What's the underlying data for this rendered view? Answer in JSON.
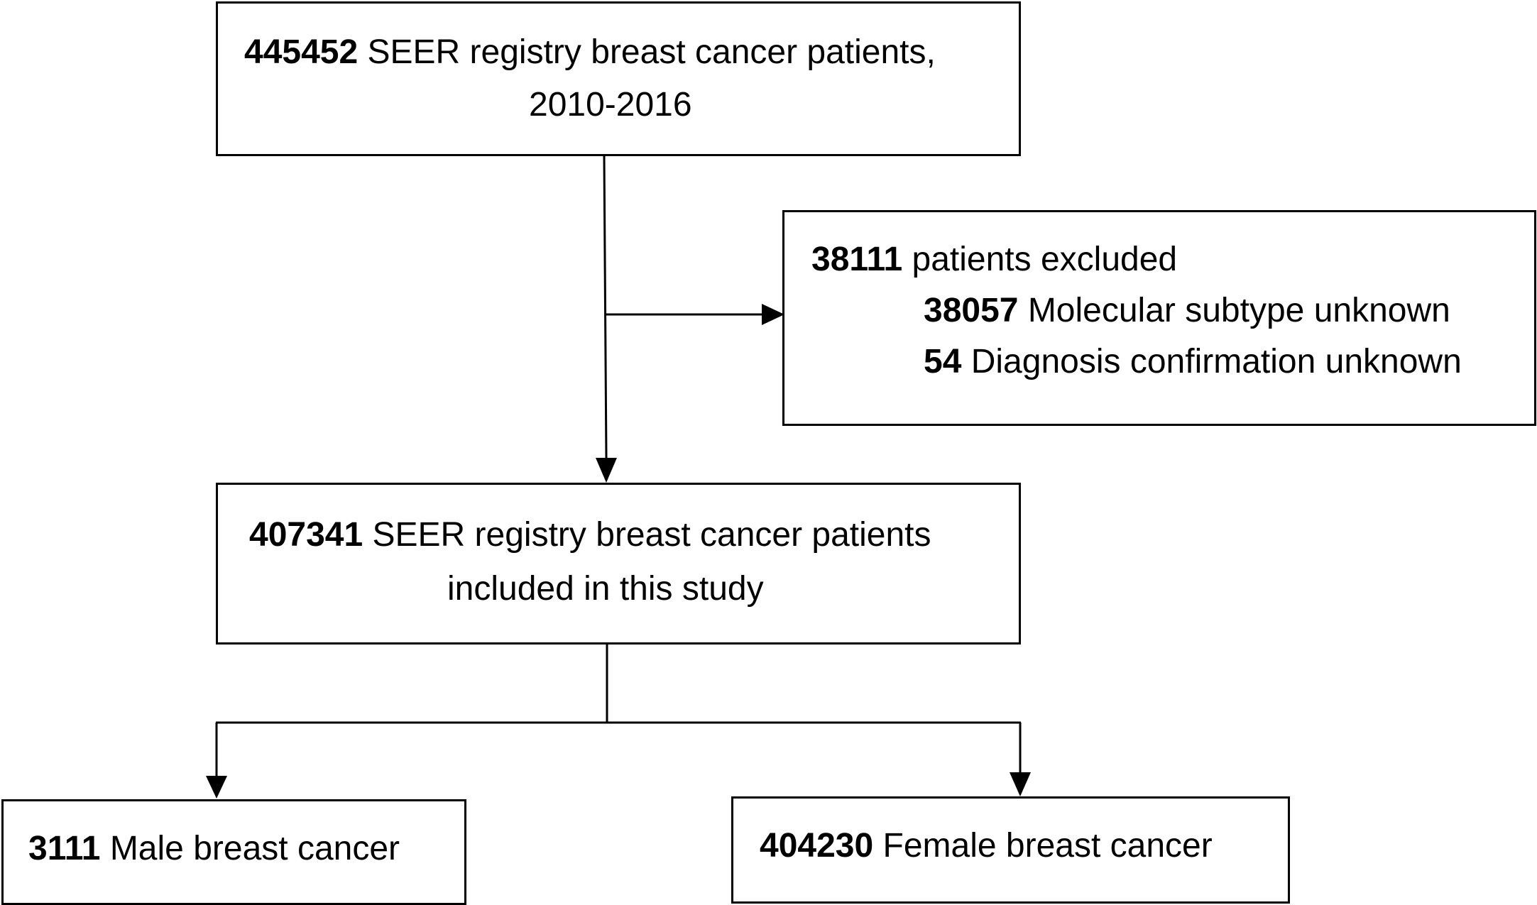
{
  "flowchart": {
    "top": {
      "count": "445452",
      "line1": " SEER registry breast cancer patients,",
      "line2": "2010-2016"
    },
    "excluded": {
      "count": "38111",
      "label": " patients excluded",
      "reasons": [
        {
          "count": "38057",
          "label": " Molecular subtype unknown"
        },
        {
          "count": "54",
          "label": " Diagnosis confirmation unknown"
        }
      ]
    },
    "included": {
      "count": "407341",
      "line1": " SEER registry breast cancer patients",
      "line2": "included in this study"
    },
    "male": {
      "count": "3111",
      "label": " Male breast cancer"
    },
    "female": {
      "count": "404230",
      "label": " Female breast cancer"
    }
  }
}
